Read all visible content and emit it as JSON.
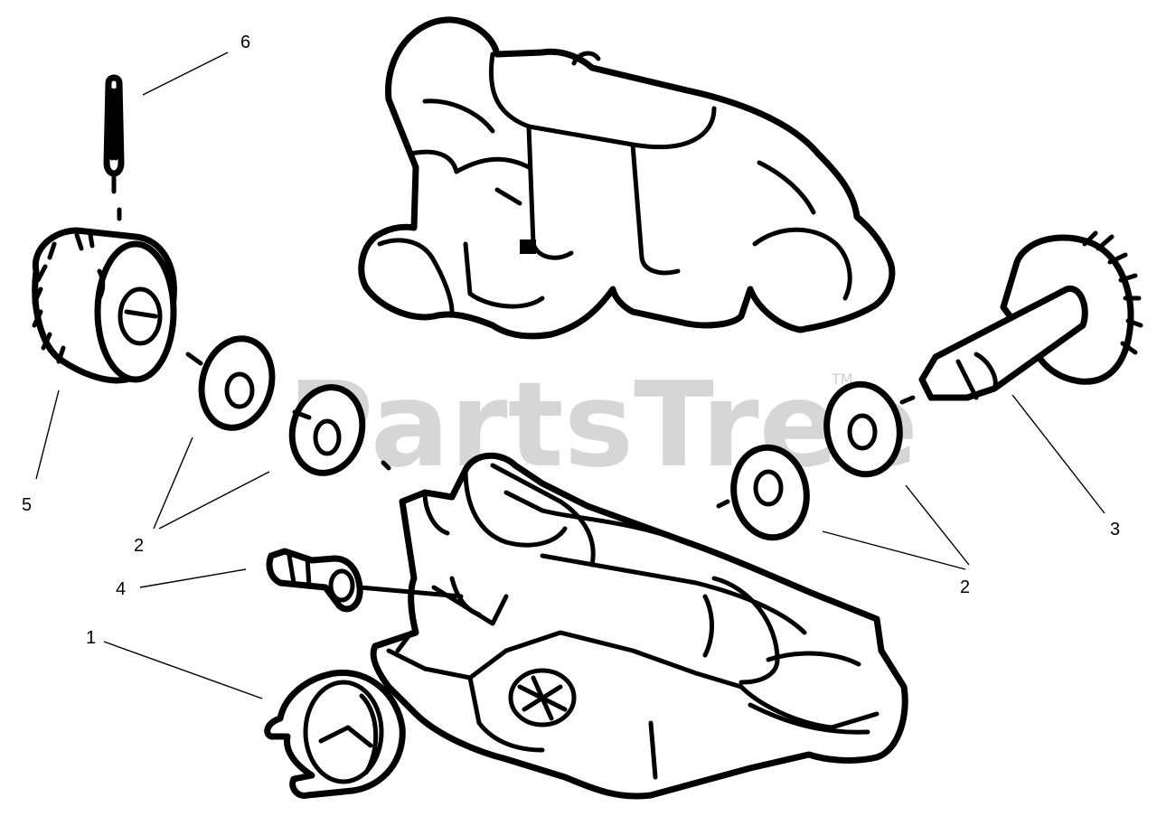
{
  "watermark": {
    "text": "PartsTree",
    "tm": "TM"
  },
  "callouts": {
    "c1": "1",
    "c2a": "2",
    "c2b": "2",
    "c3": "3",
    "c4": "4",
    "c5": "5",
    "c6": "6"
  }
}
